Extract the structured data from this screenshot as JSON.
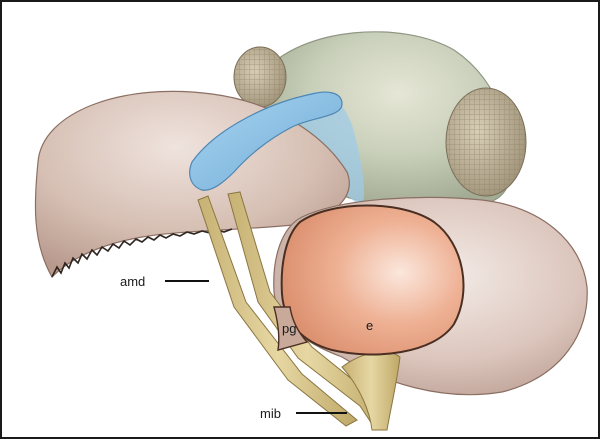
{
  "labels": {
    "amd": "amd",
    "mib": "mib",
    "pg": "pg",
    "e": "e"
  },
  "colors": {
    "head": "#c9cfbd",
    "mandible": "#d8c3b8",
    "eye": "#b9ad93",
    "blue_sclerite": "#8fc3e6",
    "bars": "#d6c48a",
    "pad": "#e9a17d",
    "outline": "#3a2a22"
  }
}
